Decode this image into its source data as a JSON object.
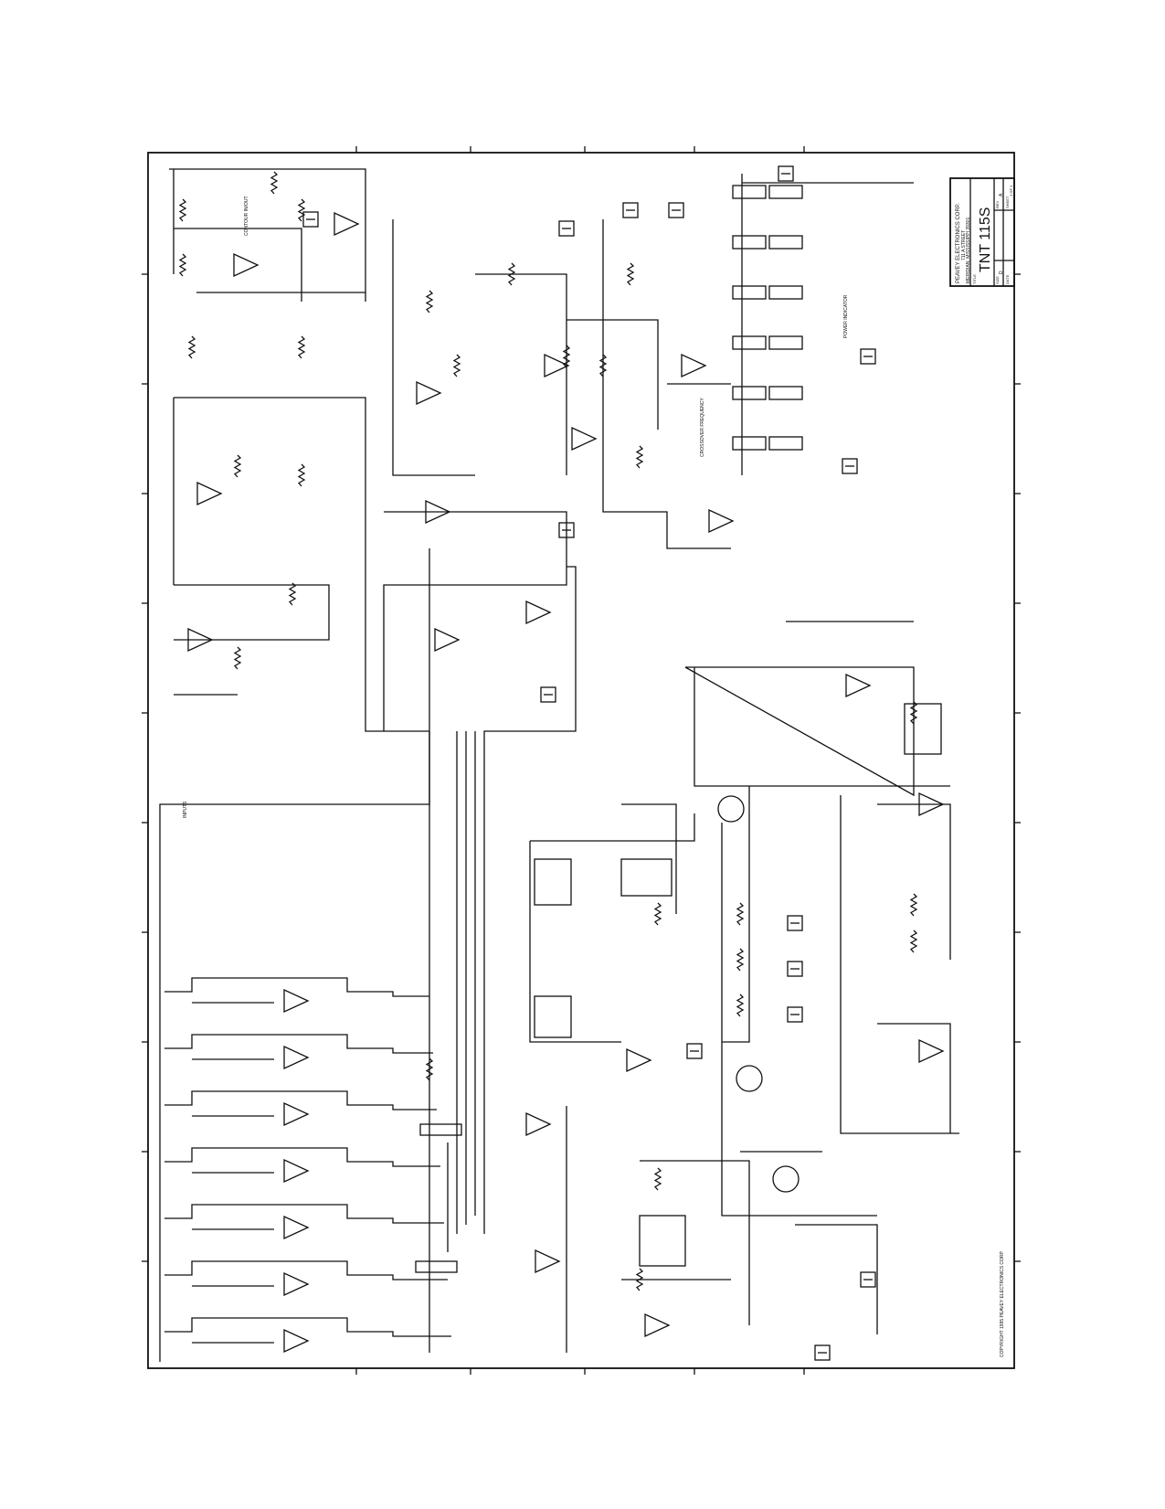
{
  "title_block": {
    "company": "PEAVEY ELECTRONICS CORP.",
    "address": "711 A STREET",
    "city": "MERIDIAN, MISSISSIPPI 39301",
    "title_label": "TITLE",
    "title": "TNT 115S",
    "size_label": "SIZE",
    "size": "D",
    "rev_label": "REV",
    "rev": "A",
    "sheet_label": "SHEET",
    "sheet": "1 OF 1",
    "date_label": "DATE"
  },
  "copyright": "COPYRIGHT 1995 PEAVEY ELECTRONICS CORP.",
  "labels": {
    "contour": "CONTOUR IN/OUT",
    "inputs": "INPUTS",
    "crossover": "CROSSOVER FREQUENCY",
    "power_indicator": "POWER INDICATOR"
  }
}
